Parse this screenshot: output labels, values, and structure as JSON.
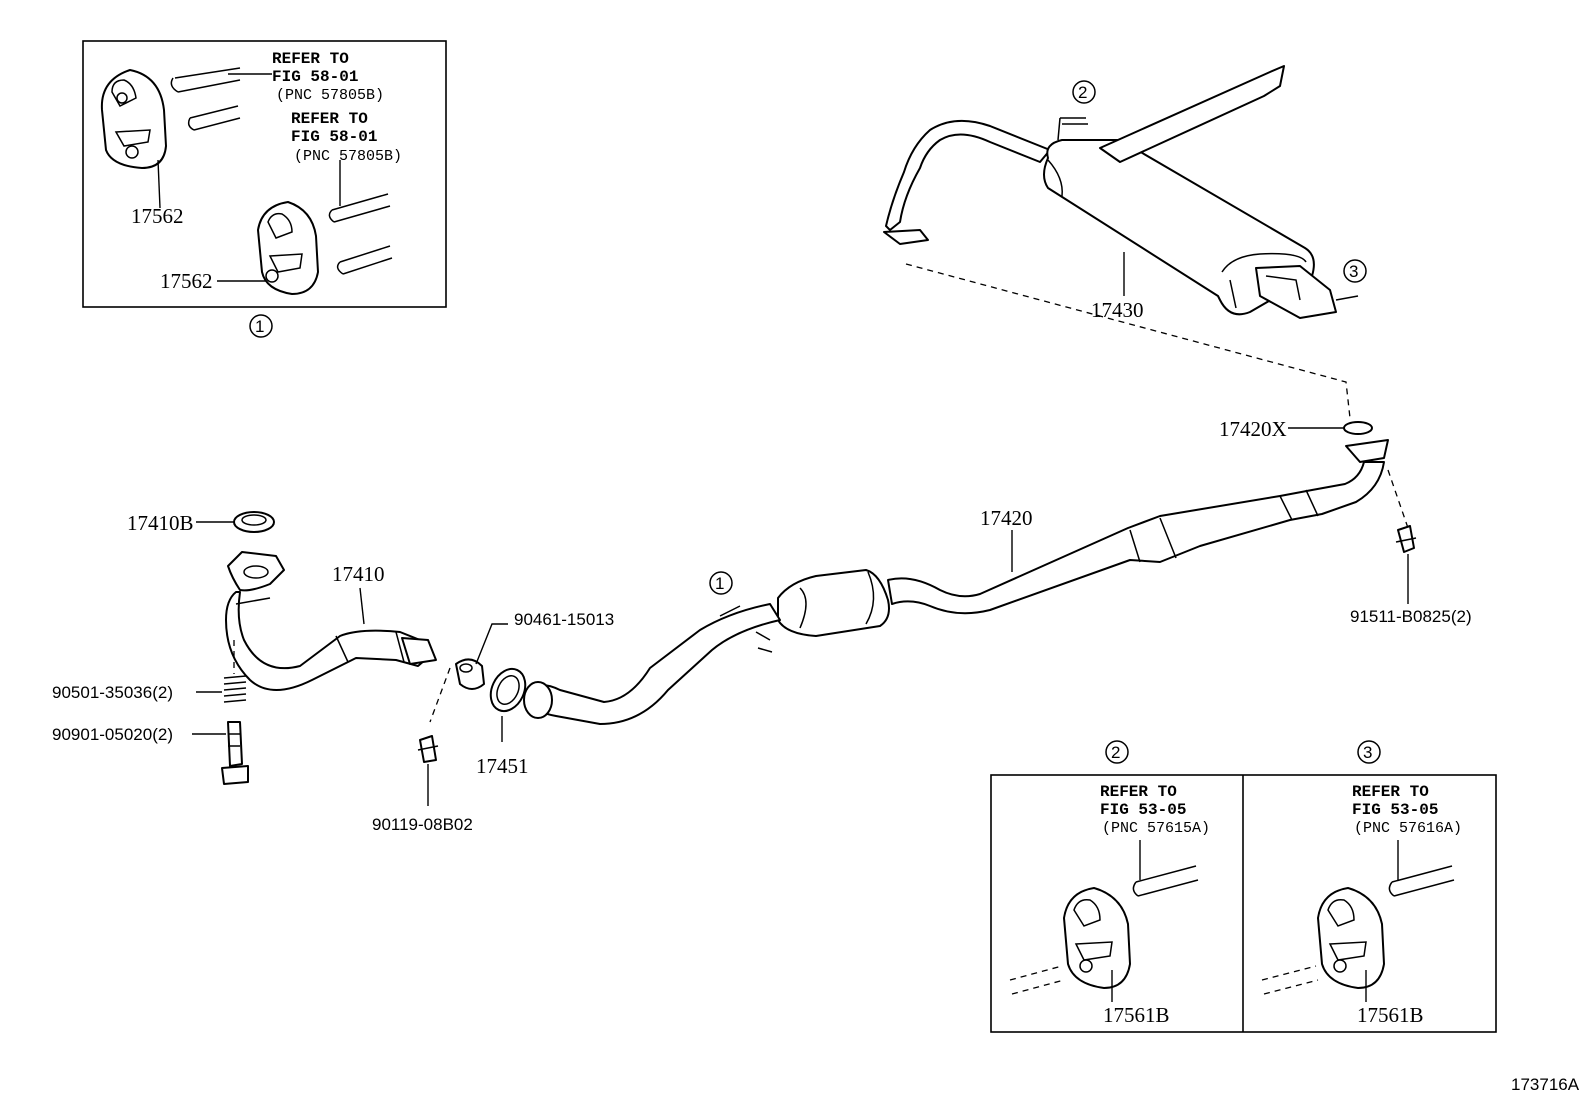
{
  "diagram_id": "173716A",
  "parts": {
    "p17562_top": "17562",
    "p17562_bottom": "17562",
    "p17430": "17430",
    "p17420X": "17420X",
    "p17420": "17420",
    "p17410B": "17410B",
    "p17410": "17410",
    "p90461": "90461-15013",
    "p90501": "90501-35036(2)",
    "p90901": "90901-05020(2)",
    "p17451": "17451",
    "p90119": "90119-08B02",
    "p91511": "91511-B0825(2)",
    "p17561B_left": "17561B",
    "p17561B_right": "17561B"
  },
  "callouts": {
    "one_box": "1",
    "one_pipe": "1",
    "two_muffler": "2",
    "three_muffler": "3",
    "two_box": "2",
    "three_box": "3"
  },
  "refs": {
    "fig58_a_line1": "REFER TO",
    "fig58_a_line2": "FIG 58-01",
    "fig58_a_pnc": "(PNC 57805B)",
    "fig58_b_line1": "REFER TO",
    "fig58_b_line2": "FIG 58-01",
    "fig58_b_pnc": "(PNC 57805B)",
    "fig53_a_line1": "REFER TO",
    "fig53_a_line2": "FIG 53-05",
    "fig53_a_pnc": "(PNC 57615A)",
    "fig53_b_line1": "REFER TO",
    "fig53_b_line2": "FIG 53-05",
    "fig53_b_pnc": "(PNC 57616A)"
  }
}
